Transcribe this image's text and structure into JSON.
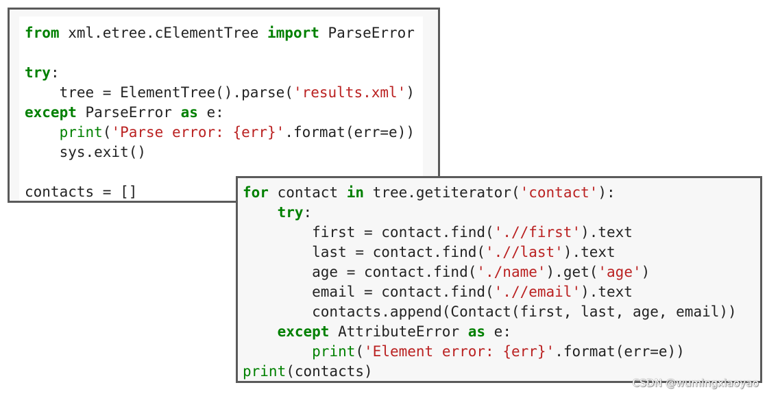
{
  "cells": [
    {
      "lines": [
        [
          [
            "kw",
            "from"
          ],
          [
            "",
            " xml.etree.cElementTree "
          ],
          [
            "kw",
            "import"
          ],
          [
            "",
            " ParseError"
          ]
        ],
        [],
        [
          [
            "kw",
            "try"
          ],
          [
            "",
            ":"
          ]
        ],
        [
          [
            "",
            "    tree = ElementTree().parse("
          ],
          [
            "str",
            "'results.xml'"
          ],
          [
            "",
            ")"
          ]
        ],
        [
          [
            "kw",
            "except"
          ],
          [
            "",
            " ParseError "
          ],
          [
            "kw",
            "as"
          ],
          [
            "",
            " e:"
          ]
        ],
        [
          [
            "",
            "    "
          ],
          [
            "bi",
            "print"
          ],
          [
            "",
            "("
          ],
          [
            "str",
            "'Parse error: {err}'"
          ],
          [
            "",
            ".format(err=e))"
          ]
        ],
        [
          [
            "",
            "    sys.exit()"
          ]
        ],
        [],
        [
          [
            "",
            "contacts = []"
          ]
        ]
      ]
    },
    {
      "lines": [
        [
          [
            "kw",
            "for"
          ],
          [
            "",
            " contact "
          ],
          [
            "kw",
            "in"
          ],
          [
            "",
            " tree.getiterator("
          ],
          [
            "str",
            "'contact'"
          ],
          [
            "",
            "):"
          ]
        ],
        [
          [
            "",
            "    "
          ],
          [
            "kw",
            "try"
          ],
          [
            "",
            ":"
          ]
        ],
        [
          [
            "",
            "        first = contact.find("
          ],
          [
            "str",
            "'.//first'"
          ],
          [
            "",
            ").text"
          ]
        ],
        [
          [
            "",
            "        last = contact.find("
          ],
          [
            "str",
            "'.//last'"
          ],
          [
            "",
            ").text"
          ]
        ],
        [
          [
            "",
            "        age = contact.find("
          ],
          [
            "str",
            "'./name'"
          ],
          [
            "",
            ").get("
          ],
          [
            "str",
            "'age'"
          ],
          [
            "",
            ")"
          ]
        ],
        [
          [
            "",
            "        email = contact.find("
          ],
          [
            "str",
            "'.//email'"
          ],
          [
            "",
            ").text"
          ]
        ],
        [
          [
            "",
            "        contacts.append(Contact(first, last, age, email))"
          ]
        ],
        [
          [
            "",
            "    "
          ],
          [
            "kw",
            "except"
          ],
          [
            "",
            " AttributeError "
          ],
          [
            "kw",
            "as"
          ],
          [
            "",
            " e:"
          ]
        ],
        [
          [
            "",
            "        "
          ],
          [
            "bi",
            "print"
          ],
          [
            "",
            "("
          ],
          [
            "str",
            "'Element error: {err}'"
          ],
          [
            "",
            ".format(err=e))"
          ]
        ],
        [
          [
            "bi",
            "print"
          ],
          [
            "",
            "(contacts)"
          ]
        ]
      ]
    }
  ],
  "watermark": "CSDN @wumingxiaoyao",
  "colors": {
    "keyword": "#008000",
    "string": "#ba2121",
    "text": "#222222",
    "cell_border": "#5a5a5a",
    "cell_background": "#f7f7f7"
  }
}
